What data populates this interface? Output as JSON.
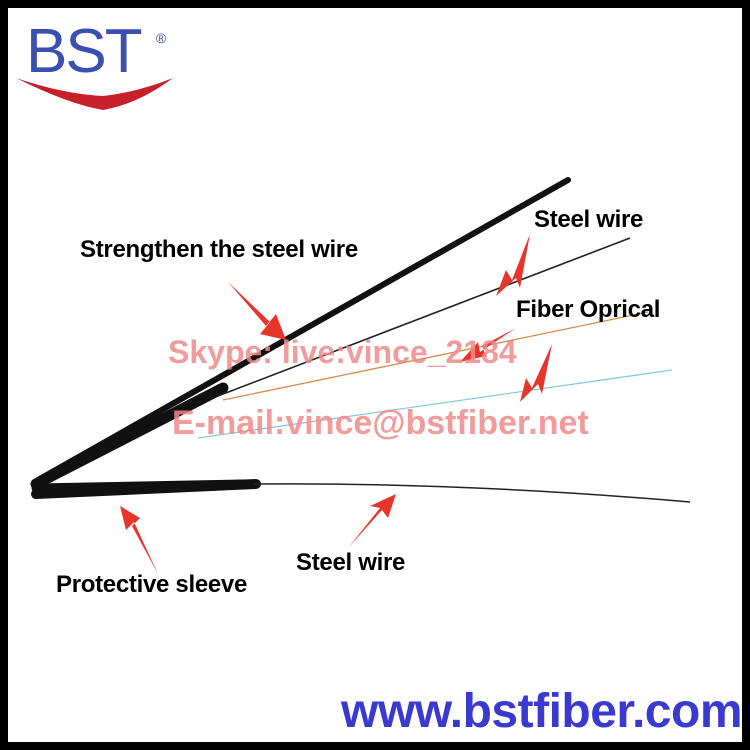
{
  "logo": {
    "text": "BST",
    "registered_mark": "®",
    "colors": {
      "text": "#3a4fb0",
      "swoosh": "#c8202a"
    }
  },
  "labels": {
    "strengthen_wire": "Strengthen the steel wire",
    "steel_wire_top": "Steel wire",
    "fiber_optical": "Fiber Oprical",
    "protective_sleeve": "Protective sleeve",
    "steel_wire_bottom": "Steel wire"
  },
  "watermark": {
    "skype": "Skype: live:vince_2184",
    "email": "E-mail:vince@bstfiber.net",
    "color": "#f08a8a"
  },
  "footer": {
    "website": "www.bstfiber.com",
    "color": "#3a3ad0"
  },
  "colors": {
    "arrow": "#e8352b",
    "cable": "#111111",
    "fiber_orange": "#d98a4a",
    "fiber_blue": "#8cc8e0"
  }
}
